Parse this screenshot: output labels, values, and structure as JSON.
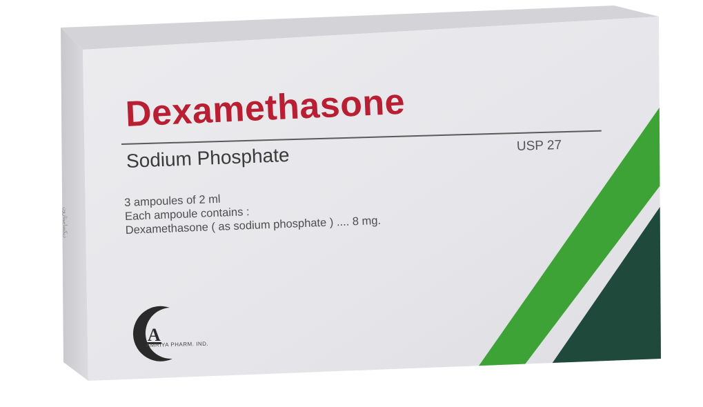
{
  "product": {
    "brand_name": "Dexamethasone",
    "generic_name": "Sodium Phosphate",
    "standard": "USP 27",
    "composition": [
      "3 ampoules of 2 ml",
      "Each ampoule contains :",
      "Dexamethasone ( as sodium phosphate ) .... 8 mg."
    ],
    "manufacturer": "AMRIYA PHARM. IND.",
    "logo_letter": "A",
    "side_panel_text": "ديكساميثازون"
  },
  "colors": {
    "background": "#ffffff",
    "box_front": "#e9e9ec",
    "box_top": "#d6d6d9",
    "box_side": "#cfcfd3",
    "brand_red": "#b81f33",
    "stripe_green": "#3ea336",
    "stripe_dark_green": "#1f4a3b",
    "text_dark": "#3a3a3a"
  },
  "icons": {
    "logo": "crescent-a-logo-icon"
  }
}
